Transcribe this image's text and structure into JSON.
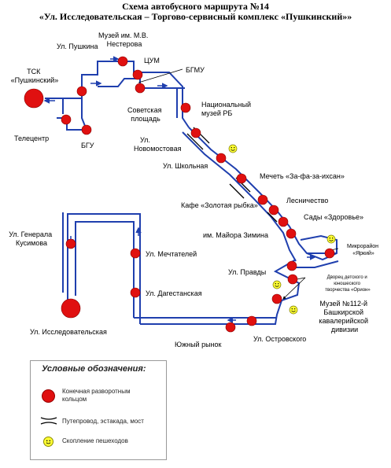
{
  "title": {
    "line1": "Схема автобусного маршрута №14",
    "line2": "«Ул. Исследовательская – Торгово-сервисный комплекс «Пушкинский»»"
  },
  "labels": [
    {
      "id": "tsk",
      "text": "ТСК «Пушкинский»",
      "lines": [
        "ТСК",
        "«Пушкинский»"
      ]
    },
    {
      "id": "pushkina",
      "text": "Ул. Пушкина",
      "lines": [
        "Ул. Пушкина"
      ]
    },
    {
      "id": "nesterov",
      "text": "Музей им. М.В. Нестерова",
      "lines": [
        "Музей им. М.В.",
        "Нестерова"
      ]
    },
    {
      "id": "tsum",
      "text": "ЦУМ",
      "lines": [
        "ЦУМ"
      ]
    },
    {
      "id": "bgmu",
      "text": "БГМУ",
      "lines": [
        "БГМУ"
      ]
    },
    {
      "id": "sovetskaya",
      "text": "Советская площадь",
      "lines": [
        "Советская",
        "площадь"
      ]
    },
    {
      "id": "natmuseum",
      "text": "Национальный музей РБ",
      "lines": [
        "Национальный",
        "музей РБ"
      ]
    },
    {
      "id": "telecenter",
      "text": "Телецентр",
      "lines": [
        "Телецентр"
      ]
    },
    {
      "id": "bgu",
      "text": "БГУ",
      "lines": [
        "БГУ"
      ]
    },
    {
      "id": "novomostovaya",
      "text": "Ул. Новомостовая",
      "lines": [
        "Ул.",
        "Новомостовая"
      ]
    },
    {
      "id": "shkolnaya",
      "text": "Ул. Школьная",
      "lines": [
        "Ул. Школьная"
      ]
    },
    {
      "id": "mosque",
      "text": "Мечеть «За-фа-за-ихсан»",
      "lines": [
        "Мечеть «За-фа-за-ихсан»"
      ]
    },
    {
      "id": "rybka",
      "text": "Кафе «Золотая рыбка»",
      "lines": [
        "Кафе «Золотая рыбка»"
      ]
    },
    {
      "id": "lesnichestvo",
      "text": "Лесничество",
      "lines": [
        "Лесничество"
      ]
    },
    {
      "id": "zdorovye",
      "text": "Сады «Здоровье»",
      "lines": [
        "Сады «Здоровье»"
      ]
    },
    {
      "id": "zimina",
      "text": "им. Майора Зимина",
      "lines": [
        "им. Майора Зимина"
      ]
    },
    {
      "id": "yarkiy",
      "text": "Микрорайон «Яркий»",
      "lines": [
        "Микрорайон",
        "«Яркий»"
      ]
    },
    {
      "id": "kusimova",
      "text": "Ул. Генерала Кусимова",
      "lines": [
        "Ул. Генерала",
        "Кусимова"
      ]
    },
    {
      "id": "mechtateley",
      "text": "Ул. Мечтателей",
      "lines": [
        "Ул. Мечтателей"
      ]
    },
    {
      "id": "pravdy",
      "text": "Ул. Правды",
      "lines": [
        "Ул. Правды"
      ]
    },
    {
      "id": "orion",
      "text": "Дворец детского и юношеского творчества «Орион»",
      "lines": [
        "Дворец детского и",
        "юношеского",
        "творчества «Орион»"
      ]
    },
    {
      "id": "dagestanskaya",
      "text": "Ул. Дагестанская",
      "lines": [
        "Ул. Дагестанская"
      ]
    },
    {
      "id": "museum112",
      "text": "Музей №112-й Башкирской кавалерийской дивизии",
      "lines": [
        "Музей №112-й",
        "Башкирской",
        "кавалерийской",
        "дивизии"
      ]
    },
    {
      "id": "issled",
      "text": "Ул. Исследовательская",
      "lines": [
        "Ул. Исследовательская"
      ]
    },
    {
      "id": "rynok",
      "text": "Южный рынок",
      "lines": [
        "Южный рынок"
      ]
    },
    {
      "id": "ostrovskogo",
      "text": "Ул. Островского",
      "lines": [
        "Ул. Островского"
      ]
    }
  ],
  "legend": {
    "title": "Условные обозначения:",
    "items": [
      {
        "icon": "terminal-stop-icon",
        "text": "Конечная разворотным кольцом",
        "lines": [
          "Конечная разворотным",
          "кольцом"
        ]
      },
      {
        "icon": "bridge-icon",
        "text": "Путепровод, эстакада, мост",
        "lines": [
          "Путепровод, эстакада, мост"
        ]
      },
      {
        "icon": "pedestrian-smiley-icon",
        "text": "Скопление пешеходов",
        "lines": [
          "Скопление пешеходов"
        ]
      }
    ]
  },
  "colors": {
    "route": "#1f3fae",
    "stop": "#e01010",
    "smiley": "#ffff33"
  }
}
